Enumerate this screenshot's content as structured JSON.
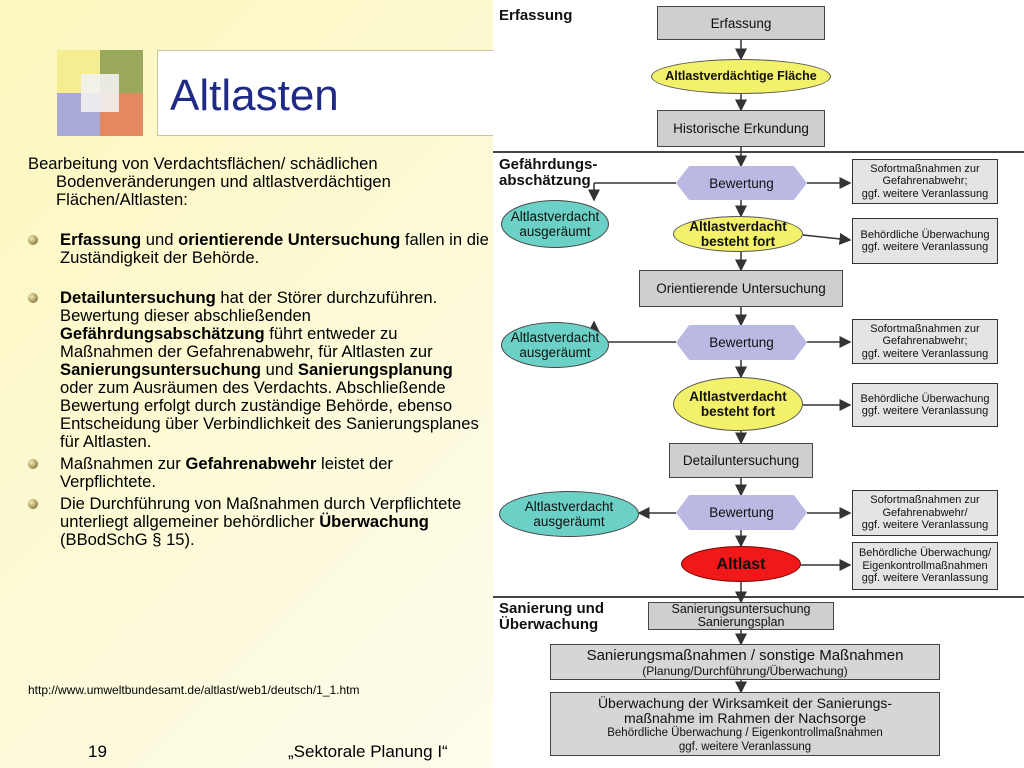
{
  "slide": {
    "title": "Altlasten",
    "intro": "Bearbeitung von Verdachtsflächen/ schädlichen",
    "intro_lines": [
      "Bodenveränderungen und altlastverdächtigen",
      "Flächen/Altlasten:"
    ],
    "b1": {
      "s1": "Erfassung",
      "t1": " und ",
      "s2": "orientierende Untersuchung",
      "t2": " fallen in die Zuständigkeit der Behörde."
    },
    "b2": {
      "s1": "Detailuntersuchung",
      "t1": " hat der Störer durchzuführen. Bewertung dieser abschließenden ",
      "s2": "Gefährdungsabschätzung",
      "t2": " führt entweder zu Maßnahmen der Gefahrenabwehr, für Altlasten zur ",
      "s3": "Sanierungsuntersuchung",
      "t3": " und ",
      "s4": "Sanierungsplanung",
      "t4": " oder zum Ausräumen des Verdachts. Abschließende Bewertung erfolgt durch zuständige Behörde, ebenso Entscheidung über Verbindlichkeit des Sanierungsplanes für Altlasten."
    },
    "b3": {
      "t1": "Maßnahmen zur ",
      "s1": "Gefahrenabwehr",
      "t2": " leistet der Verpflichtete."
    },
    "b4": {
      "t1": "Die Durchführung von Maßnahmen durch Verpflichtete unterliegt allgemeiner behördlicher ",
      "s1": "Überwachung",
      "t2": " (BBodSchG § 15)."
    },
    "url": "http://www.umweltbundesamt.de/altlast/web1/deutsch/1_1.htm",
    "footer_number": "19",
    "footer_title": "„Sektorale Planung I“"
  },
  "flow": {
    "sections": {
      "erfassung": "Erfassung",
      "gefaehrdung": [
        "Gefährdungs-",
        "abschätzung"
      ],
      "sanierung": [
        "Sanierung und",
        "Überwachung"
      ]
    },
    "nodes": {
      "erfassung": "Erfassung",
      "flaeche": "Altlastverdächtige Fläche",
      "historisch": "Historische Erkundung",
      "bewertung1": "Bewertung",
      "ausgeraeumt1": "Altlastverdacht ausgeräumt",
      "fort1": "Altlastverdacht besteht fort",
      "orientierend": "Orientierende Untersuchung",
      "bewertung2": "Bewertung",
      "ausgeraeumt2": "Altlastverdacht ausgeräumt",
      "fort2": "Altlastverdacht besteht fort",
      "detail": "Detailuntersuchung",
      "bewertung3": "Bewertung",
      "ausgeraeumt3": "Altlastverdacht ausgeräumt",
      "altlast": "Altlast",
      "sanierungsunters": [
        "Sanierungsuntersuchung",
        "Sanierungsplan"
      ],
      "massnahmen_title": "Sanierungsmaßnahmen  /  sonstige Maßnahmen",
      "massnahmen_sub": "(Planung/Durchführung/Überwachung)",
      "ueberwachung_l1": "Überwachung der Wirksamkeit der Sanierungs-",
      "ueberwachung_l2": "maßnahme im Rahmen der Nachsorge",
      "ueberwachung_l3": "Behördliche Überwachung / Eigenkontrollmaßnahmen",
      "ueberwachung_l4": "ggf. weitere Veranlassung"
    },
    "notes": {
      "sofort1": [
        "Sofortmaßnahmen zur",
        "Gefahrenabwehr;",
        "ggf. weitere Veranlassung"
      ],
      "beh1": [
        "Behördliche Überwachung",
        "ggf. weitere Veranlassung"
      ],
      "sofort2": [
        "Sofortmaßnahmen zur",
        "Gefahrenabwehr;",
        "ggf. weitere Veranlassung"
      ],
      "beh2": [
        "Behördliche Überwachung",
        "ggf. weitere Veranlassung"
      ],
      "sofort3": [
        "Sofortmaßnahmen zur",
        "Gefahrenabwehr/",
        "ggf. weitere Veranlassung"
      ],
      "beh3": [
        "Behördliche Überwachung/",
        "Eigenkontrollmaßnahmen",
        "ggf. weitere Veranlassung"
      ]
    }
  }
}
